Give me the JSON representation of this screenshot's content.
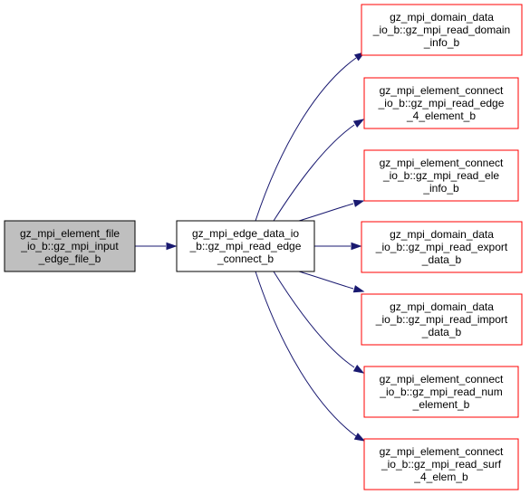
{
  "graph": {
    "nodes": [
      {
        "id": "root",
        "lines": [
          "gz_mpi_element_file",
          "_io_b::gz_mpi_input",
          "_edge_file_b"
        ],
        "style": "root"
      },
      {
        "id": "hub",
        "lines": [
          "gz_mpi_edge_data_io",
          "_b::gz_mpi_read_edge",
          "_connect_b"
        ],
        "style": "normal"
      },
      {
        "id": "t1",
        "lines": [
          "gz_mpi_domain_data",
          "_io_b::gz_mpi_read_domain",
          "_info_b"
        ],
        "style": "leaf"
      },
      {
        "id": "t2",
        "lines": [
          "gz_mpi_element_connect",
          "_io_b::gz_mpi_read_edge",
          "_4_element_b"
        ],
        "style": "leaf"
      },
      {
        "id": "t3",
        "lines": [
          "gz_mpi_element_connect",
          "_io_b::gz_mpi_read_ele",
          "_info_b"
        ],
        "style": "leaf"
      },
      {
        "id": "t4",
        "lines": [
          "gz_mpi_domain_data",
          "_io_b::gz_mpi_read_export",
          "_data_b"
        ],
        "style": "leaf"
      },
      {
        "id": "t5",
        "lines": [
          "gz_mpi_domain_data",
          "_io_b::gz_mpi_read_import",
          "_data_b"
        ],
        "style": "leaf"
      },
      {
        "id": "t6",
        "lines": [
          "gz_mpi_element_connect",
          "_io_b::gz_mpi_read_num",
          "_element_b"
        ],
        "style": "leaf"
      },
      {
        "id": "t7",
        "lines": [
          "gz_mpi_element_connect",
          "_io_b::gz_mpi_read_surf",
          "_4_elem_b"
        ],
        "style": "leaf"
      }
    ],
    "edges": [
      {
        "from": "root",
        "to": "hub"
      },
      {
        "from": "hub",
        "to": "t1"
      },
      {
        "from": "hub",
        "to": "t2"
      },
      {
        "from": "hub",
        "to": "t3"
      },
      {
        "from": "hub",
        "to": "t4"
      },
      {
        "from": "hub",
        "to": "t5"
      },
      {
        "from": "hub",
        "to": "t6"
      },
      {
        "from": "hub",
        "to": "t7"
      }
    ]
  },
  "colors": {
    "root_fill": "#bfbfbf",
    "root_border": "#000000",
    "normal_fill": "#ffffff",
    "normal_border": "#000000",
    "leaf_fill": "#ffffff",
    "leaf_border": "#ff0000",
    "edge": "#191970"
  }
}
